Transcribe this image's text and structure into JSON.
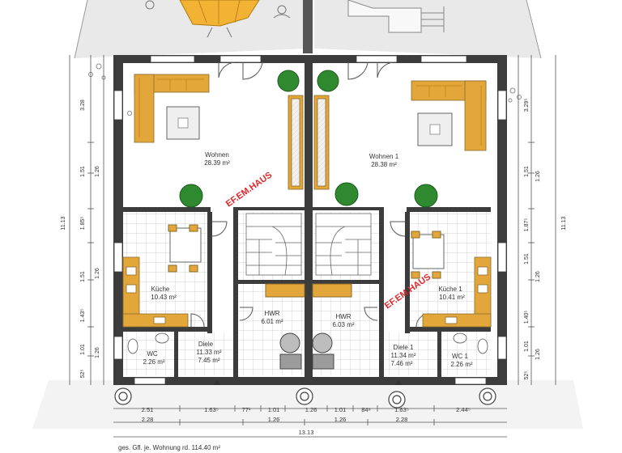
{
  "rooms": {
    "wohnen": {
      "name": "Wohnen",
      "area": "28.39 m²"
    },
    "wohnen1": {
      "name": "Wohnen 1",
      "area": "28.38 m²"
    },
    "kueche": {
      "name": "Küche",
      "area": "10.43 m²"
    },
    "kueche1": {
      "name": "Küche 1",
      "area": "10.41 m²"
    },
    "hwr_left": {
      "name": "HWR",
      "area": "6.01 m²"
    },
    "hwr_right": {
      "name": "HWR",
      "area": "6.03 m²"
    },
    "diele": {
      "name": "Diele",
      "area1": "11.33 m²",
      "area2": "7.45 m²"
    },
    "diele1": {
      "name": "Diele 1",
      "area1": "11.34 m²",
      "area2": "7.46 m²"
    },
    "wc": {
      "name": "WC",
      "area": "2.26 m²"
    },
    "wc1": {
      "name": "WC 1",
      "area": "2.26 m²"
    }
  },
  "watermarks": [
    "EF.EM.HAUS",
    "EF.EM.HAUS"
  ],
  "dimensions": {
    "left": [
      "3.28",
      "1.51",
      "1.26",
      "1.85⁵",
      "1.51",
      "1.26",
      "1.43⁵",
      "1.01",
      "1.26",
      "52⁵"
    ],
    "left_total": "11.13",
    "right": [
      "3.29⁵",
      "1.51",
      "1.26",
      "1.87⁵",
      "1.51",
      "1.26",
      "1.40⁵",
      "1.01",
      "1.26",
      "52⁵"
    ],
    "right_total": "11.13",
    "bottom_row1": [
      "2.51",
      "1.63⁵",
      "77¹",
      "1.01",
      "1.26",
      "1.01",
      "84⁸",
      "1.63⁵",
      "2.44⁵"
    ],
    "bottom_row2": [
      "2.28",
      "1.26",
      "1.26",
      "2.28"
    ],
    "bottom_total": "13.13"
  },
  "footer_text": "ges. Gfl. je. Wohnung rd. 114.40 m²",
  "colors": {
    "wall": "#3c3c3c",
    "furniture": "#e3a63a",
    "watermark": "#e0262a",
    "plant": "#2f8a2f",
    "tile": "#c8c8c8",
    "umbrella": "#f2b233",
    "grey_area": "#e9e9e9"
  }
}
